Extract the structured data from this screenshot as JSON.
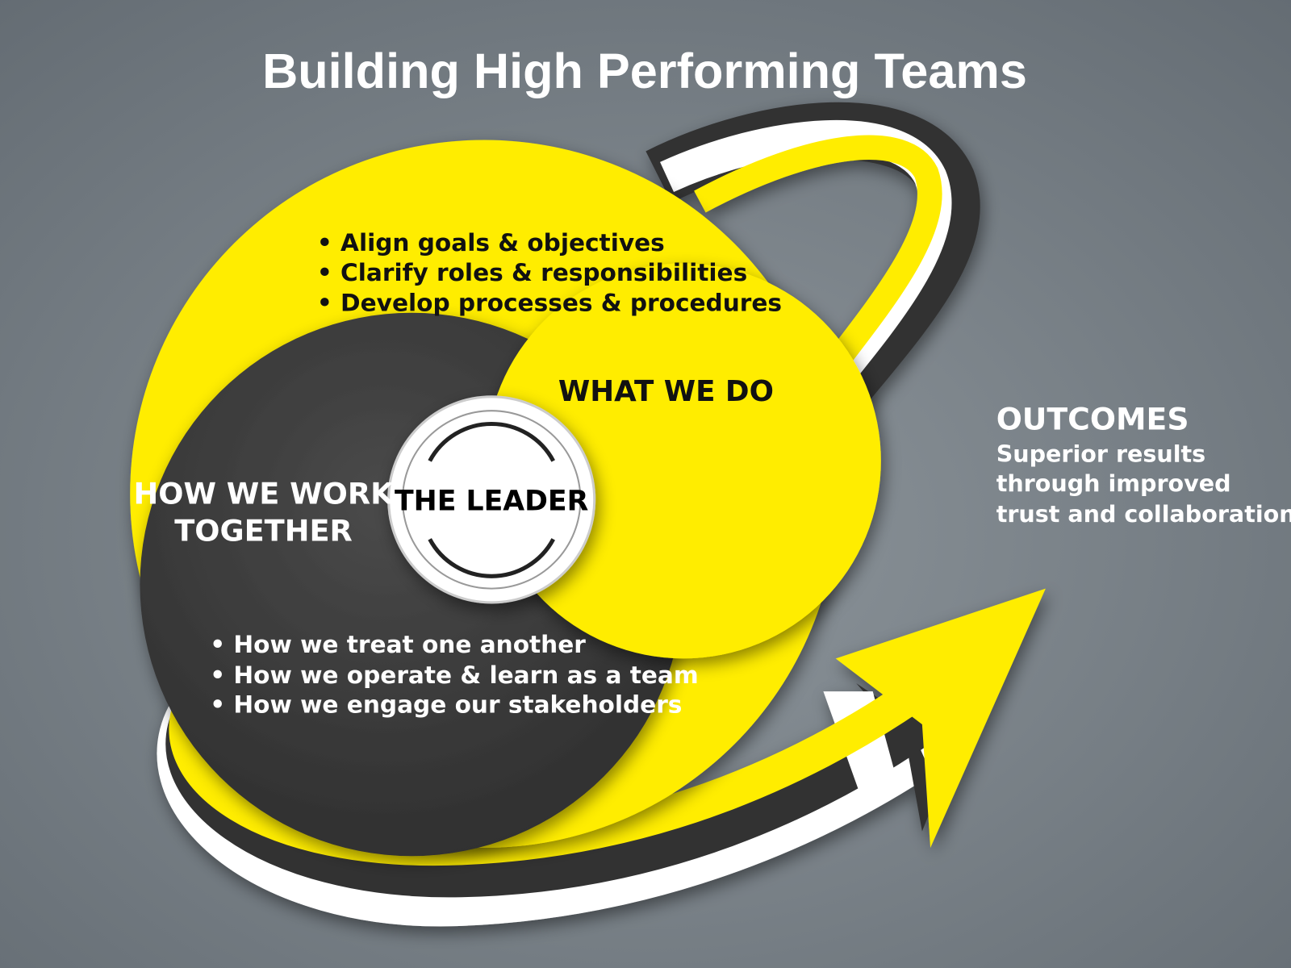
{
  "title": "Building High Performing Teams",
  "what_we_do": {
    "heading": "WHAT WE DO",
    "bullets": [
      "• Align goals & objectives",
      "• Clarify roles & responsibilities",
      "• Develop processes & procedures"
    ]
  },
  "how_we_work": {
    "heading_line1": "HOW WE WORK",
    "heading_line2": "TOGETHER",
    "bullets": [
      "• How we treat one another",
      "• How we operate & learn as a team",
      "• How we engage our stakeholders"
    ]
  },
  "center": {
    "label": "THE LEADER"
  },
  "outcomes": {
    "heading": "OUTCOMES",
    "lines": [
      "Superior results",
      "through improved",
      "trust and collaboration"
    ]
  },
  "colors": {
    "yellow": "#ffed00",
    "dark": "#3a3a3a",
    "background": "#7a8288",
    "white": "#ffffff"
  }
}
